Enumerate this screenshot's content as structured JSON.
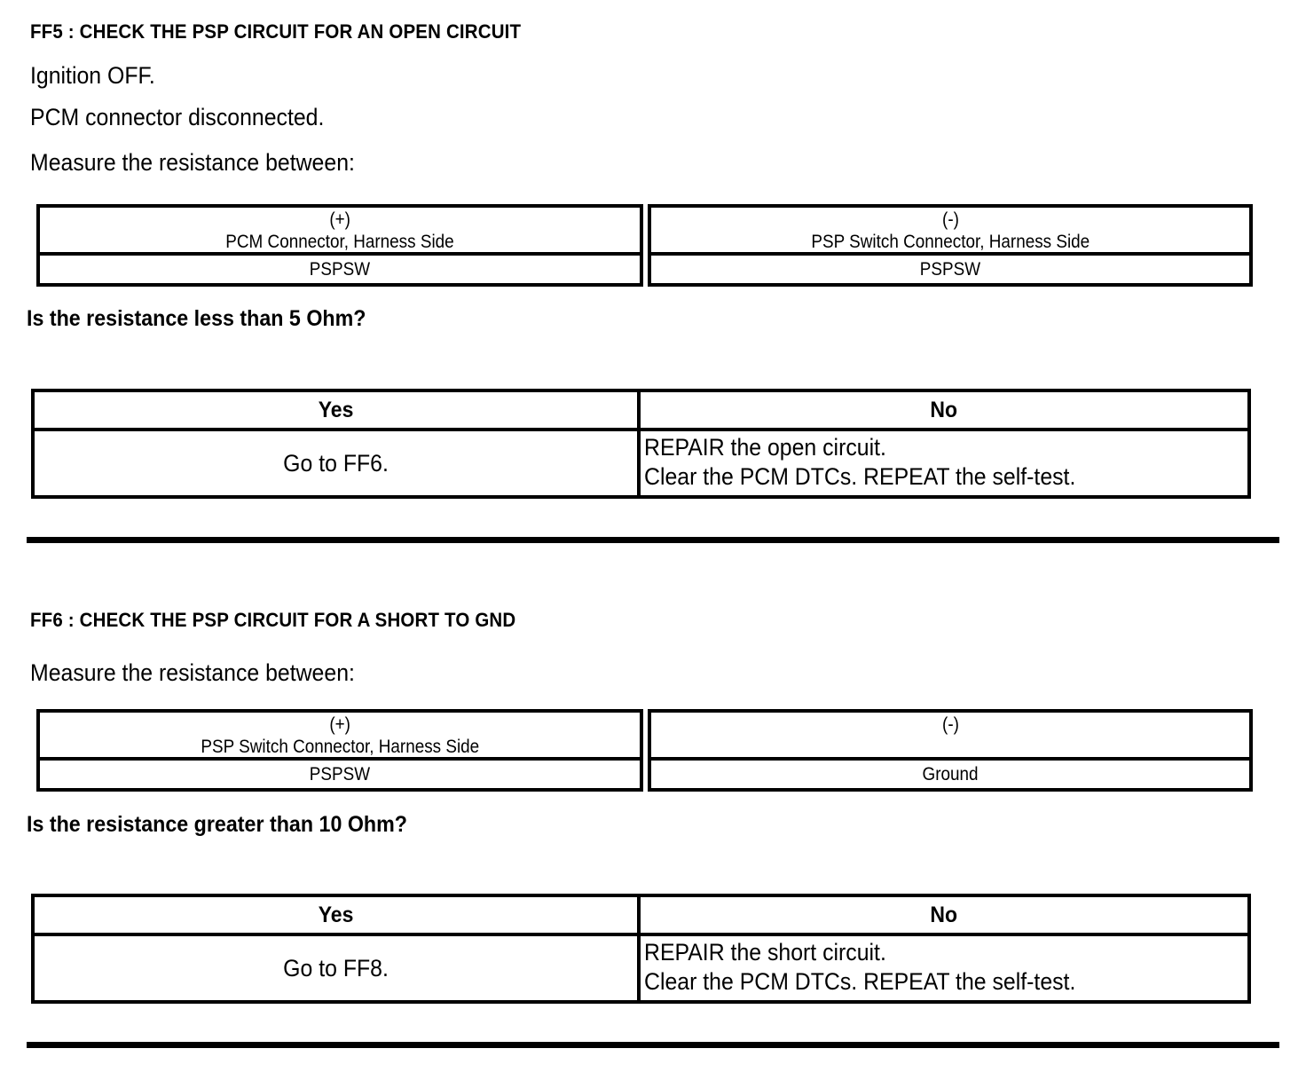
{
  "document": {
    "type": "diagnostic-pinpoint-test",
    "background": "#ffffff",
    "ink": "#000000"
  },
  "sections": [
    {
      "id": "FF5",
      "title": "FF5 : CHECK THE PSP CIRCUIT FOR AN OPEN CIRCUIT",
      "preconditions": [
        "Ignition OFF.",
        "PCM connector disconnected."
      ],
      "instruction": "Measure the resistance between:",
      "measurement": {
        "positive": {
          "sign": "(+)",
          "location": "PCM Connector, Harness Side",
          "pin": "PSPSW"
        },
        "negative": {
          "sign": "(-)",
          "location": "PSP Switch Connector, Harness Side",
          "pin": "PSPSW"
        }
      },
      "question": "Is the resistance less than 5 Ohm?",
      "answers": {
        "yes_label": "Yes",
        "no_label": "No",
        "yes_action": "Go to FF6.",
        "no_action": [
          "REPAIR the open circuit.",
          "Clear the PCM DTCs. REPEAT the self-test."
        ]
      }
    },
    {
      "id": "FF6",
      "title": "FF6 : CHECK THE PSP CIRCUIT FOR A SHORT TO GND",
      "preconditions": [],
      "instruction": "Measure the resistance between:",
      "measurement": {
        "positive": {
          "sign": "(+)",
          "location": "PSP Switch Connector, Harness Side",
          "pin": "PSPSW"
        },
        "negative": {
          "sign": "(-)",
          "location": "",
          "pin": "Ground"
        }
      },
      "question": "Is the resistance greater than 10 Ohm?",
      "answers": {
        "yes_label": "Yes",
        "no_label": "No",
        "yes_action": "Go to FF8.",
        "no_action": [
          "REPAIR the short circuit.",
          "Clear the PCM DTCs. REPEAT the self-test."
        ]
      }
    }
  ]
}
